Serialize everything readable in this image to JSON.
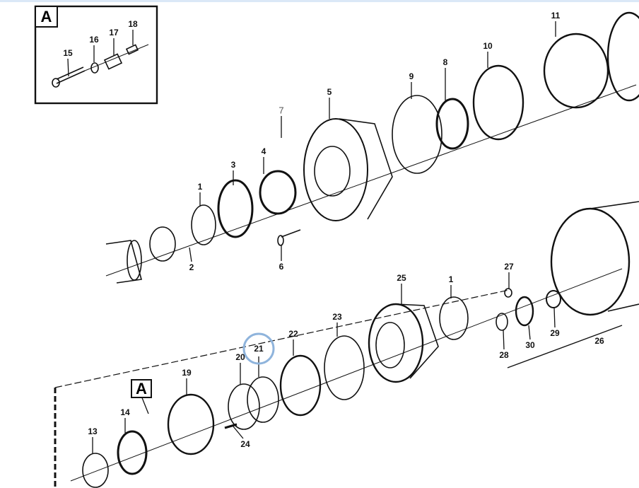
{
  "diagram": {
    "detail_label": "A",
    "callout_label": "A",
    "highlight_color": "#8fb4dc",
    "parts": [
      {
        "num": "15"
      },
      {
        "num": "16"
      },
      {
        "num": "17"
      },
      {
        "num": "18"
      },
      {
        "num": "11"
      },
      {
        "num": "10"
      },
      {
        "num": "9"
      },
      {
        "num": "8"
      },
      {
        "num": "5"
      },
      {
        "num": "7"
      },
      {
        "num": "4"
      },
      {
        "num": "3"
      },
      {
        "num": "1"
      },
      {
        "num": "2"
      },
      {
        "num": "6"
      },
      {
        "num": "25"
      },
      {
        "num": "1"
      },
      {
        "num": "27"
      },
      {
        "num": "28"
      },
      {
        "num": "29"
      },
      {
        "num": "30"
      },
      {
        "num": "26"
      },
      {
        "num": "23"
      },
      {
        "num": "22"
      },
      {
        "num": "21"
      },
      {
        "num": "20"
      },
      {
        "num": "19"
      },
      {
        "num": "14"
      },
      {
        "num": "13"
      },
      {
        "num": "24"
      }
    ],
    "highlighted_part": "21"
  }
}
